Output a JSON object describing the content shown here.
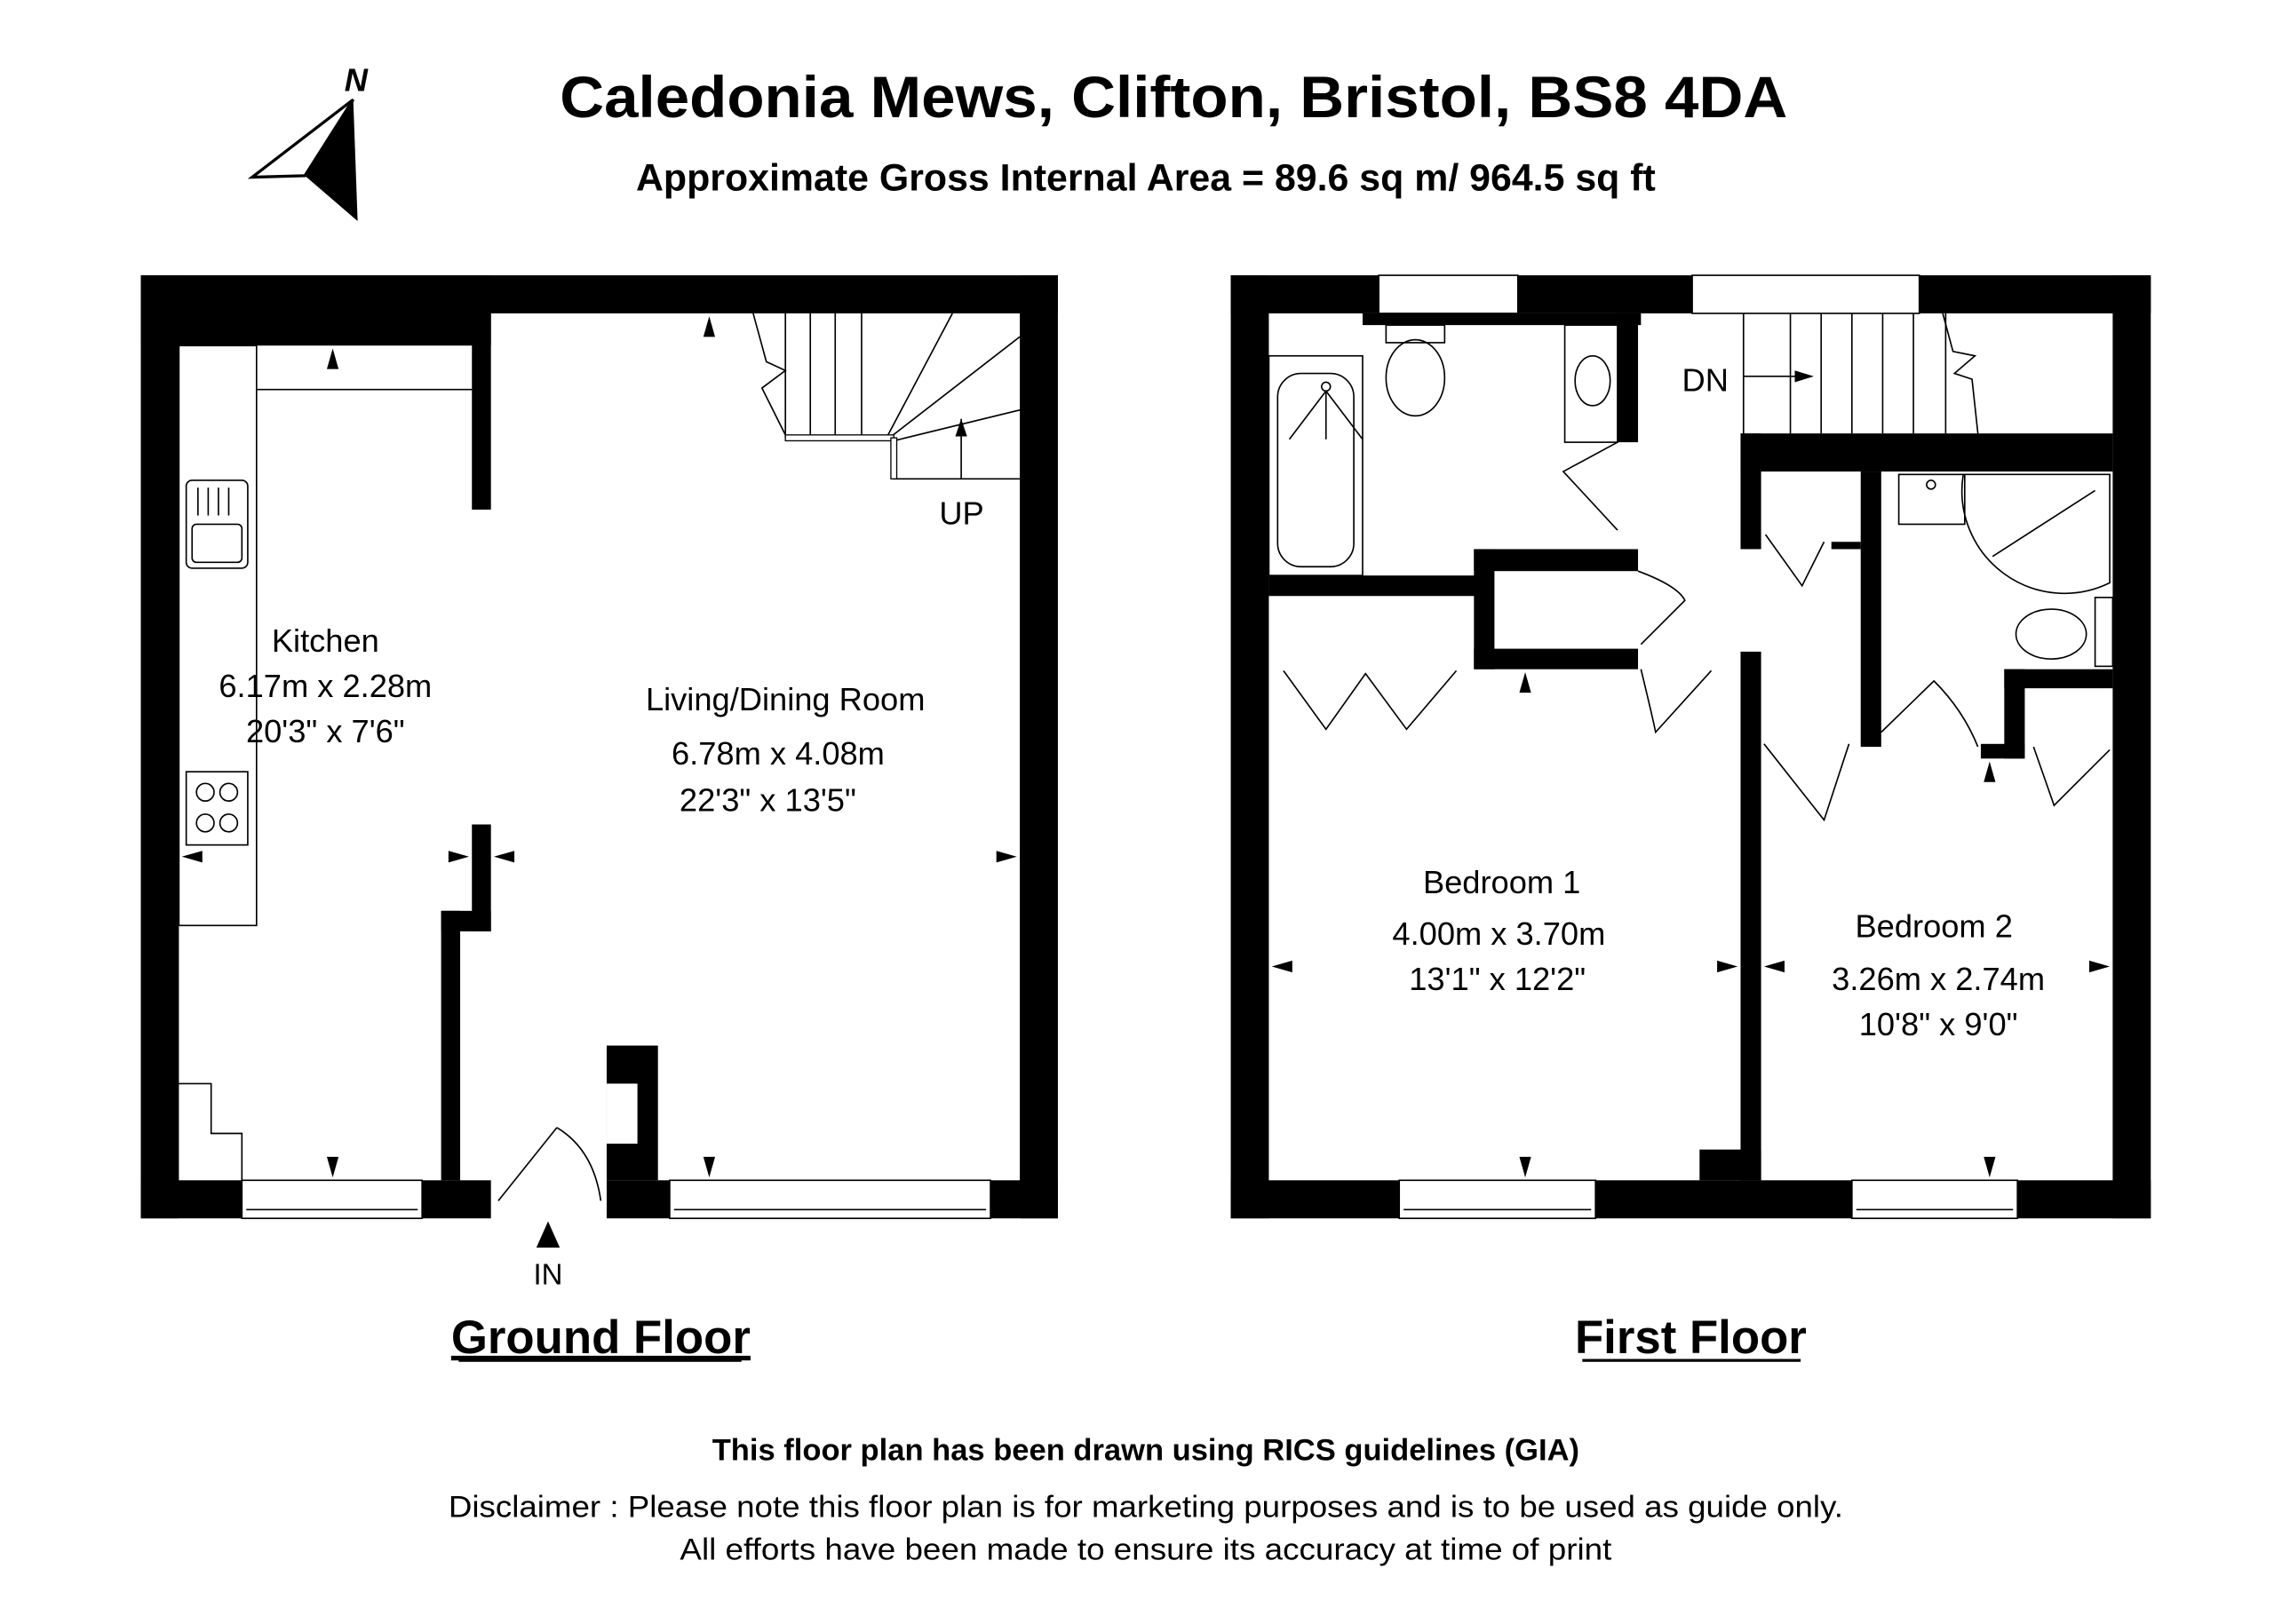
{
  "header": {
    "title": "Caledonia Mews, Clifton, Bristol, BS8 4DA",
    "subtitle": "Approximate Gross Internal Area = 89.6 sq m/ 964.5 sq ft",
    "north_label": "N"
  },
  "ground_floor": {
    "label": "Ground Floor",
    "rooms": [
      {
        "name": "Kitchen",
        "metric": "6.17m x 2.28m",
        "imperial": "20'3\" x 7'6\""
      },
      {
        "name": "Living/Dining Room",
        "metric": "6.78m x 4.08m",
        "imperial": "22'3\" x 13'5\""
      }
    ],
    "stairs_label": "UP",
    "entrance_label": "IN"
  },
  "first_floor": {
    "label": "First Floor",
    "rooms": [
      {
        "name": "Bedroom 1",
        "metric": "4.00m x 3.70m",
        "imperial": "13'1\" x 12'2\""
      },
      {
        "name": "Bedroom 2",
        "metric": "3.26m x 2.74m",
        "imperial": "10'8\" x 9'0\""
      }
    ],
    "stairs_label": "DN"
  },
  "footer": {
    "rics_note": "This floor plan has been drawn using RICS guidelines (GIA)",
    "disclaimer_line1": "Disclaimer : Please note this floor plan is for marketing purposes and is to be used as guide only.",
    "disclaimer_line2": "All  efforts have been made to ensure its accuracy at time of print"
  }
}
